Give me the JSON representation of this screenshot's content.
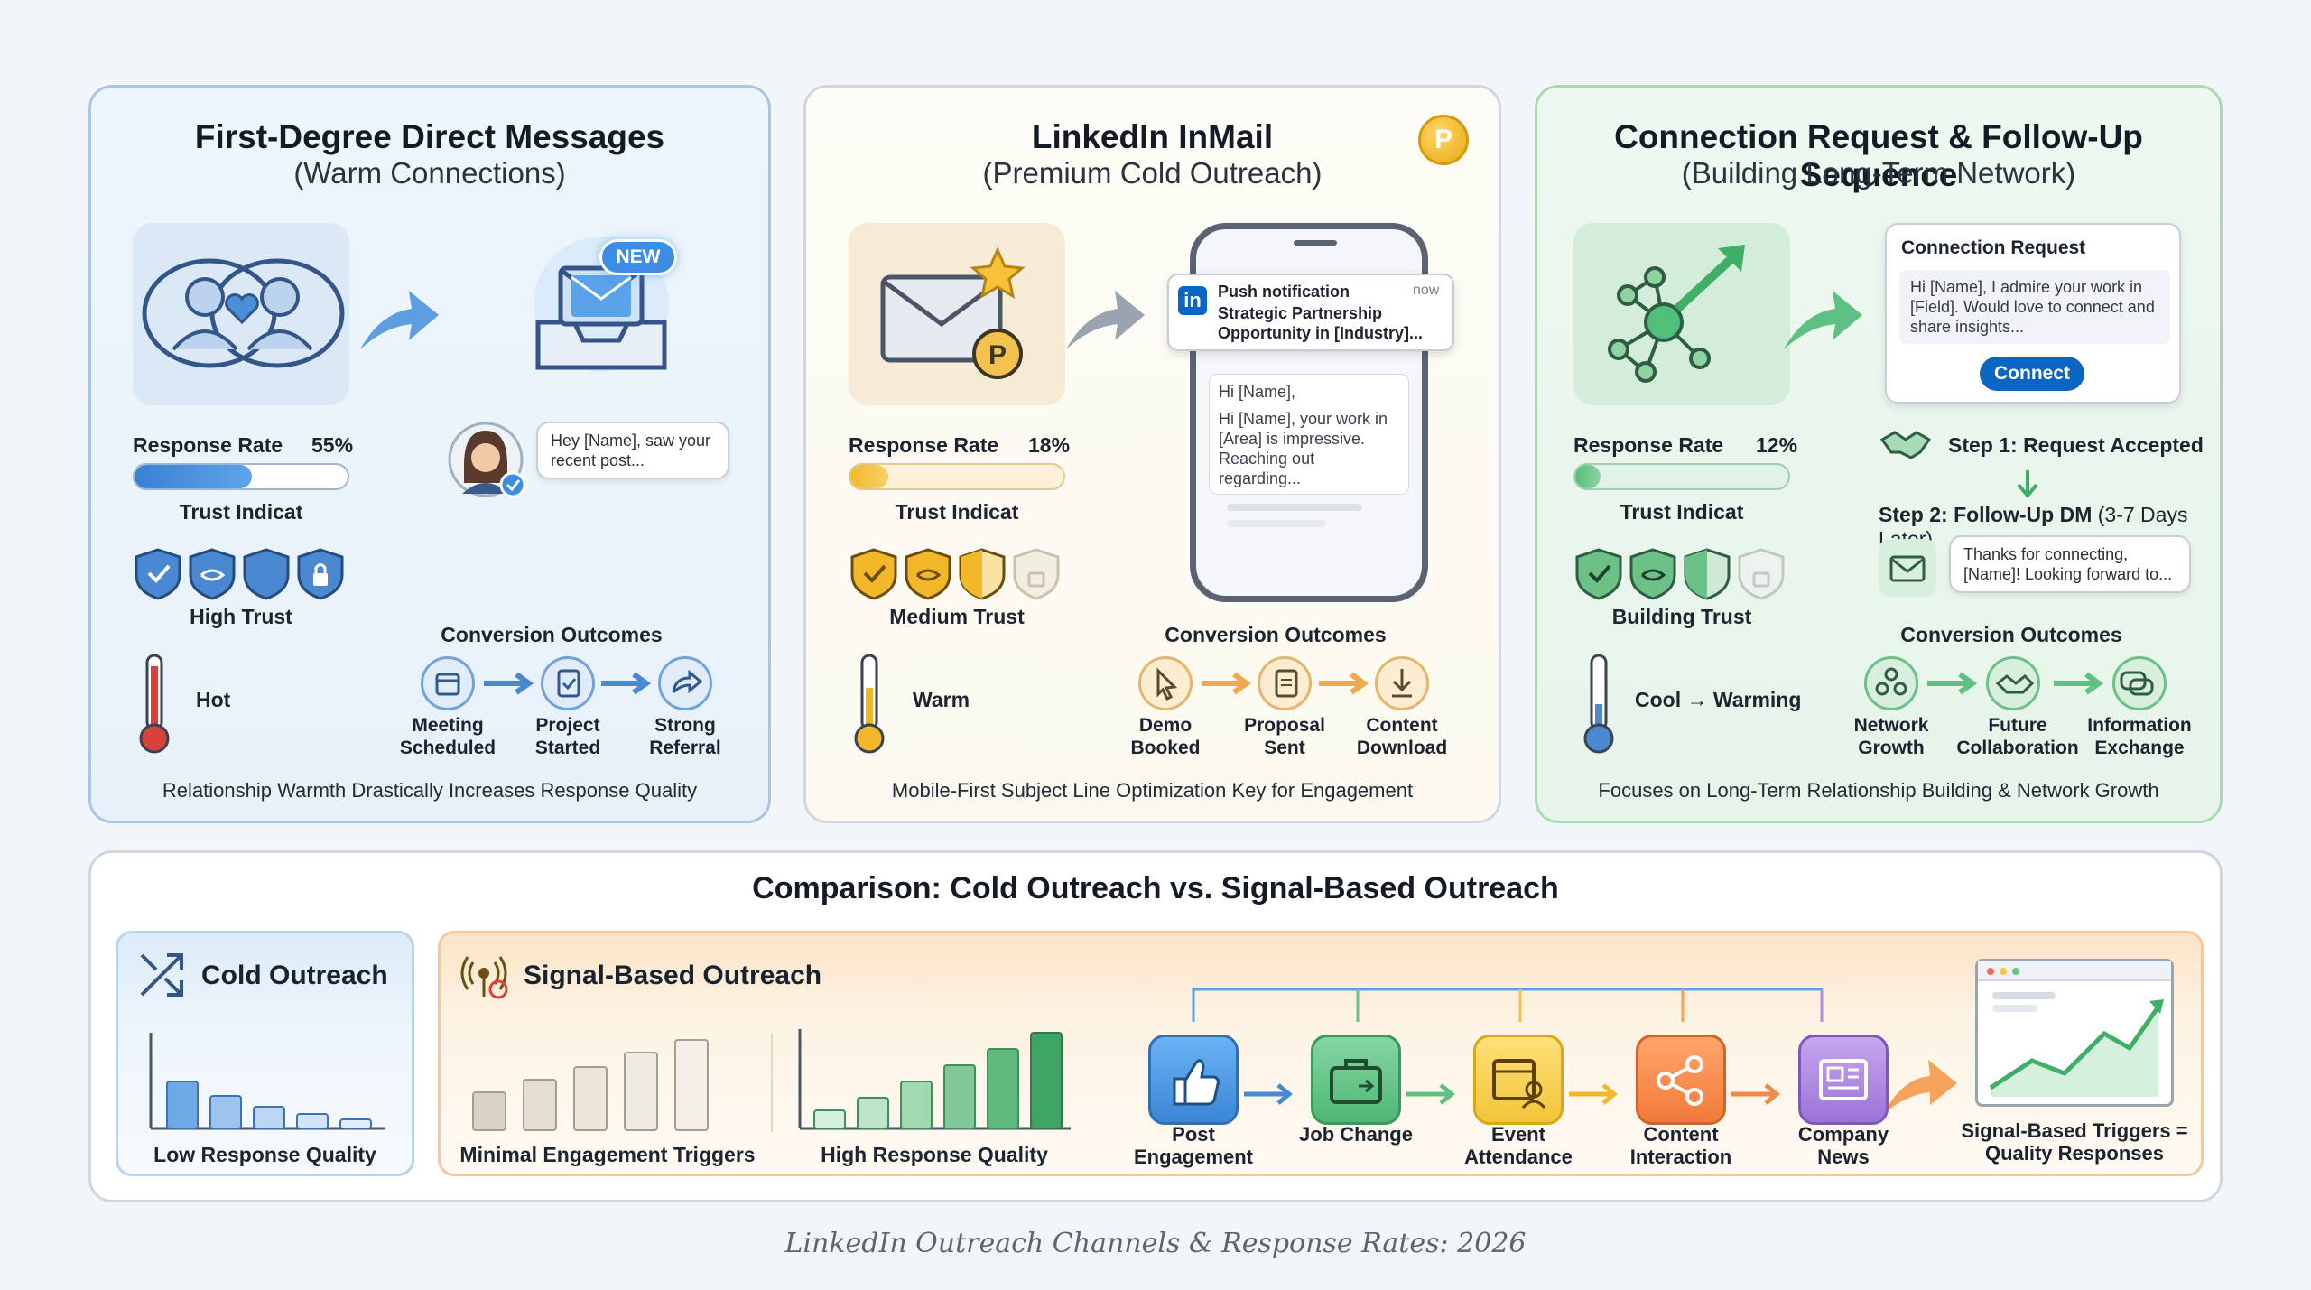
{
  "caption": "LinkedIn Outreach Channels & Response Rates: 2026",
  "colors": {
    "blue": "#4a90d9",
    "gold": "#f2c14e",
    "green": "#6cc187",
    "orange": "#f5a25b"
  },
  "panels": [
    {
      "title": "First-Degree Direct Messages",
      "subtitle": "(Warm Connections)",
      "badge": "NEW",
      "response_label": "Response Rate",
      "response_value": "55%",
      "response_fraction": 0.55,
      "trust_label": "Trust Indicat",
      "trust_level": "High Trust",
      "temperature": "Hot",
      "bubble": "Hey [Name], saw your recent post...",
      "outcomes_title": "Conversion Outcomes",
      "outcomes": [
        "Meeting Scheduled",
        "Project Started",
        "Strong Referral"
      ],
      "footer": "Relationship Warmth Drastically Increases Response Quality"
    },
    {
      "title": "LinkedIn InMail",
      "subtitle": "(Premium Cold Outreach)",
      "coin": "P",
      "response_label": "Response Rate",
      "response_value": "18%",
      "response_fraction": 0.18,
      "trust_label": "Trust Indicat",
      "trust_level": "Medium Trust",
      "temperature": "Warm",
      "notification": {
        "app": "in",
        "title": "Push notification",
        "time": "now",
        "line1": "Strategic Partnership",
        "line2": "Opportunity in [Industry]..."
      },
      "message": {
        "greeting": "Hi [Name],",
        "body": "Hi [Name], your work in [Area] is impressive. Reaching out regarding..."
      },
      "outcomes_title": "Conversion Outcomes",
      "outcomes": [
        "Demo Booked",
        "Proposal Sent",
        "Content Download"
      ],
      "footer": "Mobile-First Subject Line Optimization Key for Engagement"
    },
    {
      "title": "Connection Request & Follow-Up Sequence",
      "subtitle": "(Building Long-Term Network)",
      "response_label": "Response Rate",
      "response_value": "12%",
      "response_fraction": 0.12,
      "trust_label": "Trust Indicat",
      "trust_level": "Building Trust",
      "temperature": "Cool → Warming",
      "request": {
        "title": "Connection Request",
        "body": "Hi [Name], I admire your work in [Field]. Would love to connect and share insights...",
        "button": "Connect"
      },
      "step1": "Step 1: Request Accepted",
      "step2": "Step 2: Follow-Up DM",
      "step2_note": "(3-7 Days Later)",
      "dm": "Thanks for connecting, [Name]! Looking forward to...",
      "outcomes_title": "Conversion Outcomes",
      "outcomes": [
        "Network Growth",
        "Future Collaboration",
        "Information Exchange"
      ],
      "footer": "Focuses on Long-Term Relationship Building & Network Growth"
    }
  ],
  "comparison": {
    "title": "Comparison: Cold Outreach vs. Signal-Based Outreach",
    "cold_title": "Cold Outreach",
    "cold_caption": "Low Response Quality",
    "signal_title": "Signal-Based Outreach",
    "minimal_caption": "Minimal Engagement Triggers",
    "high_caption": "High Response Quality",
    "triggers": [
      "Post Engagement",
      "Job Change",
      "Event Attendance",
      "Content Interaction",
      "Company News"
    ],
    "result": "Signal-Based Triggers = Quality Responses"
  }
}
